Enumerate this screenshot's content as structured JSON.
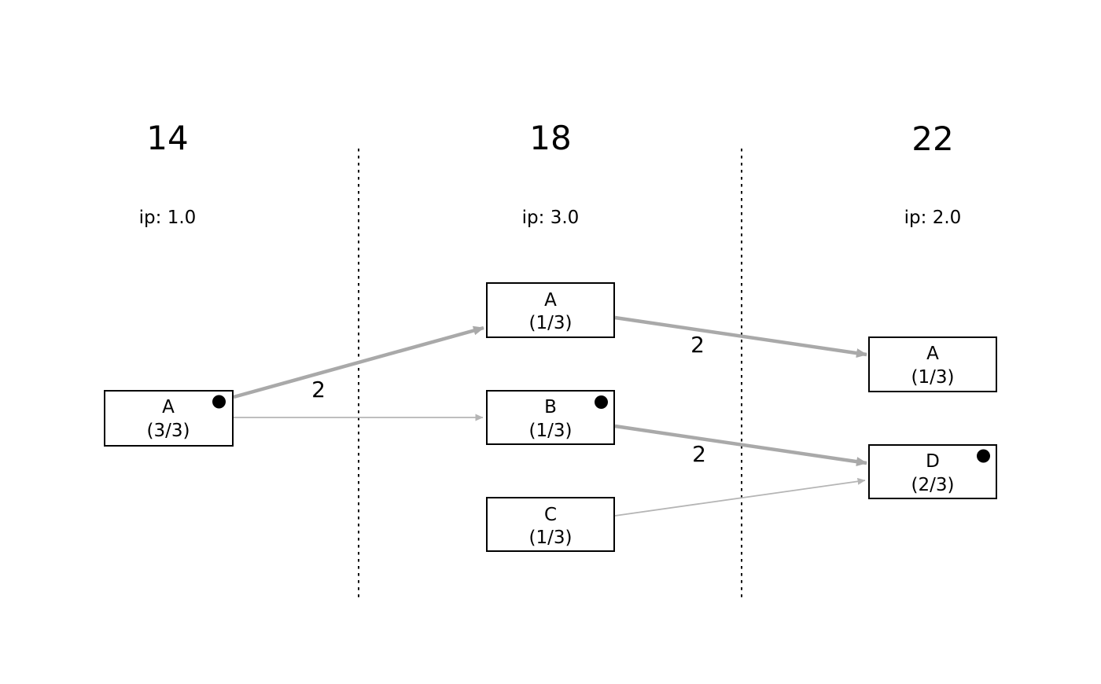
{
  "diagram": {
    "background_color": "#ffffff",
    "divider_color": "#000000",
    "colors": {
      "edge_thick": "#a9a9a9",
      "edge_thin": "#b5b5b5",
      "box_border": "#000000",
      "text": "#000000"
    },
    "columns": [
      {
        "header": "14",
        "ip_label": "ip: 1.0"
      },
      {
        "header": "18",
        "ip_label": "ip: 3.0"
      },
      {
        "header": "22",
        "ip_label": "ip: 2.0"
      }
    ],
    "nodes": [
      {
        "id": "A-14",
        "column": "14",
        "line1": "A",
        "line2": "(3/3)",
        "marked": true
      },
      {
        "id": "A-18",
        "column": "18",
        "line1": "A",
        "line2": "(1/3)",
        "marked": false
      },
      {
        "id": "B-18",
        "column": "18",
        "line1": "B",
        "line2": "(1/3)",
        "marked": true
      },
      {
        "id": "C-18",
        "column": "18",
        "line1": "C",
        "line2": "(1/3)",
        "marked": false
      },
      {
        "id": "A-22",
        "column": "22",
        "line1": "A",
        "line2": "(1/3)",
        "marked": false
      },
      {
        "id": "D-22",
        "column": "22",
        "line1": "D",
        "line2": "(2/3)",
        "marked": true
      }
    ],
    "edges": [
      {
        "from": "A-14",
        "to": "A-18",
        "label": "2",
        "weight": "thick"
      },
      {
        "from": "A-14",
        "to": "B-18",
        "label": "",
        "weight": "thin"
      },
      {
        "from": "A-18",
        "to": "A-22",
        "label": "2",
        "weight": "thick"
      },
      {
        "from": "B-18",
        "to": "D-22",
        "label": "2",
        "weight": "thick"
      },
      {
        "from": "C-18",
        "to": "D-22",
        "label": "",
        "weight": "thin"
      }
    ]
  }
}
